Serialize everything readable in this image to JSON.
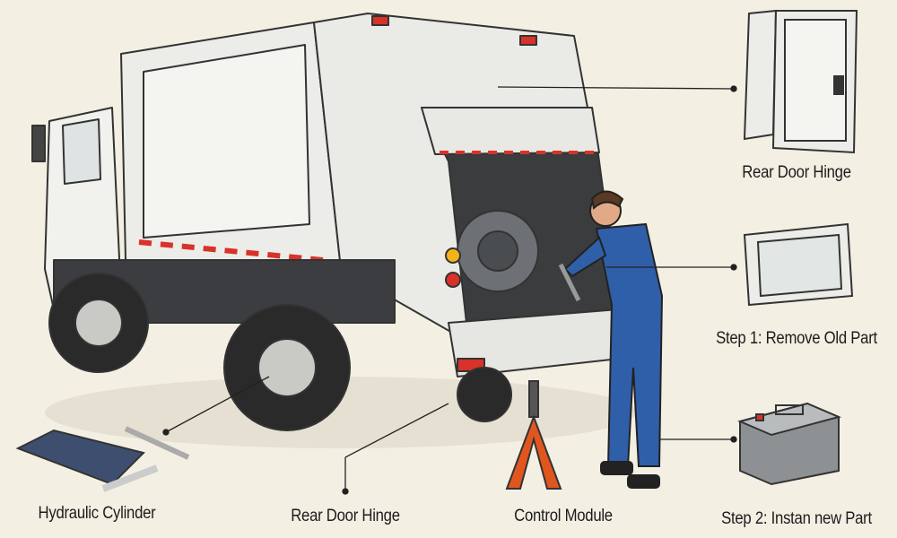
{
  "labels": {
    "rear_door_hinge_top": "Rear Door Hinge",
    "step1": "Step 1: Remove Old Part",
    "hydraulic_cylinder": "Hydraulic Cylinder",
    "rear_door_hinge_bottom": "Rear Door Hinge",
    "control_module": "Control Module",
    "step2": "Step 2: Instan new Part"
  },
  "colors": {
    "background": "#f3efe3",
    "truck_body": "#eeeeea",
    "uniform": "#2f5fa8",
    "jack": "#e0561e",
    "reflector_red": "#d8322a"
  }
}
